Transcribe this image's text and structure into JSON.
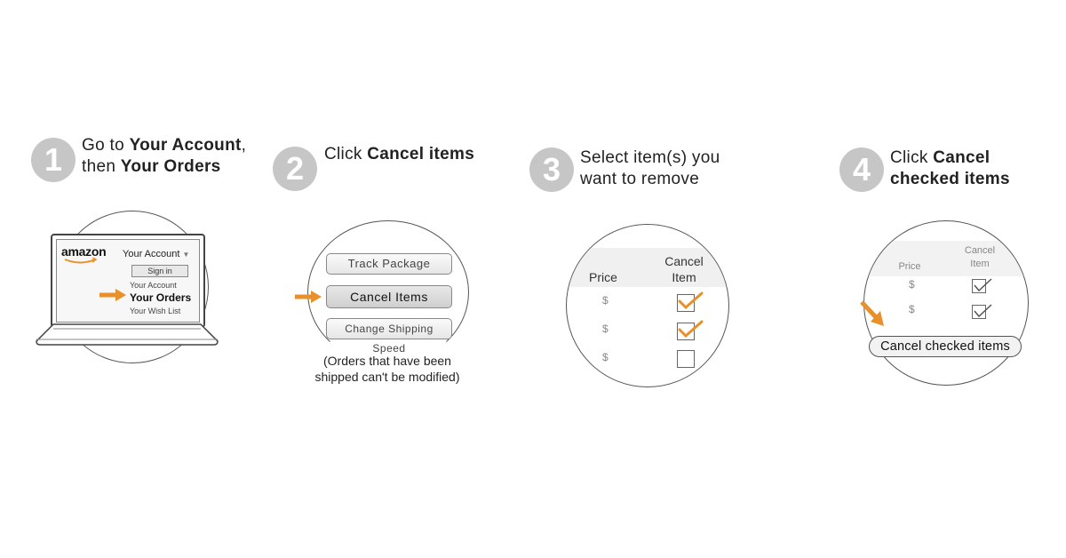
{
  "steps": [
    {
      "number": "1",
      "line1_prefix": "Go to ",
      "line1_bold": "Your Account",
      "line1_suffix": ",",
      "line2_prefix": "then ",
      "line2_bold": "Your Orders"
    },
    {
      "number": "2",
      "line1_prefix": "Click ",
      "line1_bold": "Cancel items"
    },
    {
      "number": "3",
      "line1": "Select item(s) you",
      "line2": "want to remove"
    },
    {
      "number": "4",
      "line1_prefix": "Click ",
      "line1_bold": "Cancel",
      "line2_bold": "checked items"
    }
  ],
  "step1_illustration": {
    "logo": "amazon",
    "account_menu": "Your Account",
    "sign_in_button": "Sign in",
    "menu_items": [
      "Your Account",
      "Your Orders",
      "Your Wish List"
    ]
  },
  "step2_illustration": {
    "buttons": [
      "Track Package",
      "Cancel Items",
      "Change Shipping Speed"
    ],
    "note_line1": "(Orders that have been",
    "note_line2": "shipped can't be modified)"
  },
  "step3_illustration": {
    "price_header": "Price",
    "cancel_header_line1": "Cancel",
    "cancel_header_line2": "Item",
    "rows": [
      {
        "price": "$",
        "checked": true
      },
      {
        "price": "$",
        "checked": true
      },
      {
        "price": "$",
        "checked": false
      }
    ]
  },
  "step4_illustration": {
    "price_header": "Price",
    "cancel_header_line1": "Cancel",
    "cancel_header_line2": "Item",
    "rows": [
      {
        "price": "$",
        "checked": true
      },
      {
        "price": "$",
        "checked": true
      }
    ],
    "cancel_button": "Cancel checked items"
  },
  "colors": {
    "accent_orange": "#e8902a",
    "number_badge": "#c6c6c6"
  },
  "icons": [
    "arrow-right-icon",
    "checkmark-icon",
    "arrow-down-right-icon"
  ]
}
